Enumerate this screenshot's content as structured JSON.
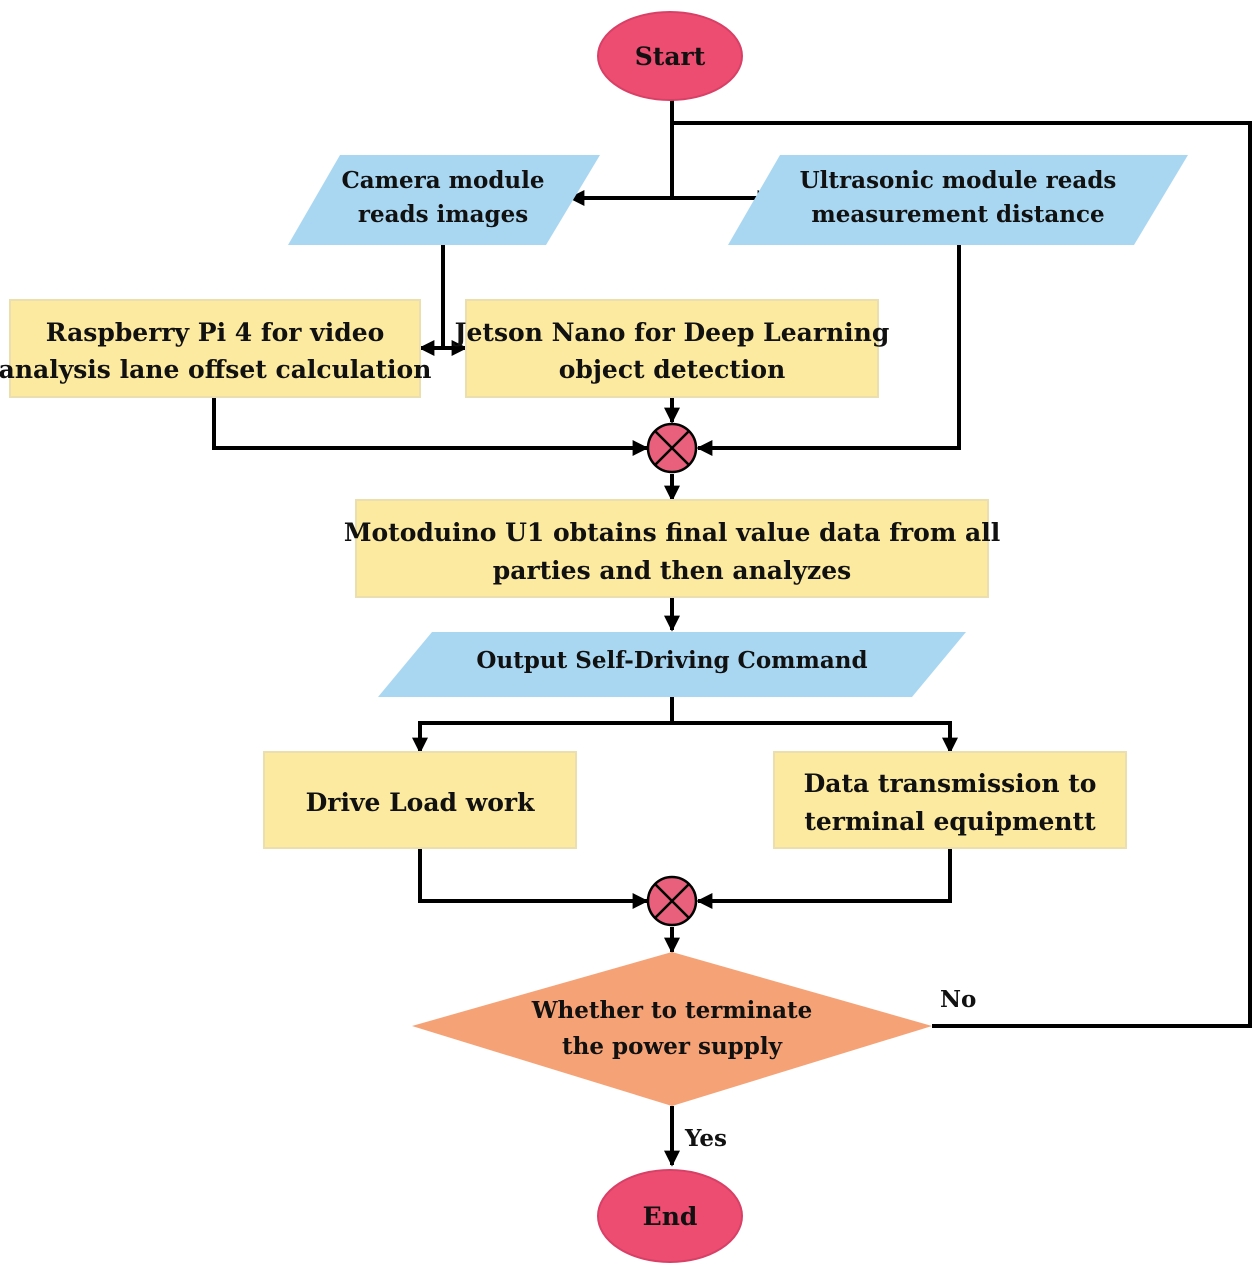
{
  "colors": {
    "terminal": "#ee4d72",
    "io": "#a9d7f2",
    "process": "#fbeaa0",
    "decision": "#f5a276",
    "junction": "#e8607c",
    "line": "#000000"
  },
  "nodes": {
    "start": {
      "label": "Start",
      "shape": "ellipse"
    },
    "camera": {
      "shape": "parallelogram",
      "lines": [
        "Camera module",
        "reads images"
      ]
    },
    "ultrasonic": {
      "shape": "parallelogram",
      "lines": [
        "Ultrasonic module reads",
        "measurement distance"
      ]
    },
    "raspberry": {
      "shape": "rectangle",
      "lines": [
        "Raspberry Pi 4 for video",
        "analysis lane offset calculation"
      ]
    },
    "jetson": {
      "shape": "rectangle",
      "lines": [
        "Jetson Nano for Deep Learning",
        "object detection"
      ]
    },
    "junction1": {
      "shape": "summing-junction",
      "icon": "x-circle-icon"
    },
    "motoduino": {
      "shape": "rectangle",
      "lines": [
        "Motoduino U1 obtains final value data from all",
        "parties and then analyzes"
      ]
    },
    "output": {
      "shape": "parallelogram",
      "label": "Output Self-Driving Command"
    },
    "drive": {
      "shape": "rectangle",
      "label": "Drive Load work"
    },
    "transmit": {
      "shape": "rectangle",
      "lines": [
        "Data transmission to",
        "terminal equipmentt"
      ]
    },
    "junction2": {
      "shape": "summing-junction",
      "icon": "x-circle-icon"
    },
    "decision": {
      "shape": "diamond",
      "lines": [
        "Whether to terminate",
        "the power supply"
      ]
    },
    "end": {
      "label": "End",
      "shape": "ellipse"
    }
  },
  "edge_labels": {
    "no": "No",
    "yes": "Yes"
  },
  "edges": [
    {
      "from": "start",
      "to": "camera"
    },
    {
      "from": "start",
      "to": "ultrasonic"
    },
    {
      "from": "camera",
      "to": "raspberry"
    },
    {
      "from": "camera",
      "to": "jetson"
    },
    {
      "from": "raspberry",
      "to": "junction1"
    },
    {
      "from": "jetson",
      "to": "junction1"
    },
    {
      "from": "ultrasonic",
      "to": "junction1"
    },
    {
      "from": "junction1",
      "to": "motoduino"
    },
    {
      "from": "motoduino",
      "to": "output"
    },
    {
      "from": "output",
      "to": "drive"
    },
    {
      "from": "output",
      "to": "transmit"
    },
    {
      "from": "drive",
      "to": "junction2"
    },
    {
      "from": "transmit",
      "to": "junction2"
    },
    {
      "from": "junction2",
      "to": "decision"
    },
    {
      "from": "decision",
      "to": "start",
      "label": "No"
    },
    {
      "from": "decision",
      "to": "end",
      "label": "Yes"
    }
  ]
}
